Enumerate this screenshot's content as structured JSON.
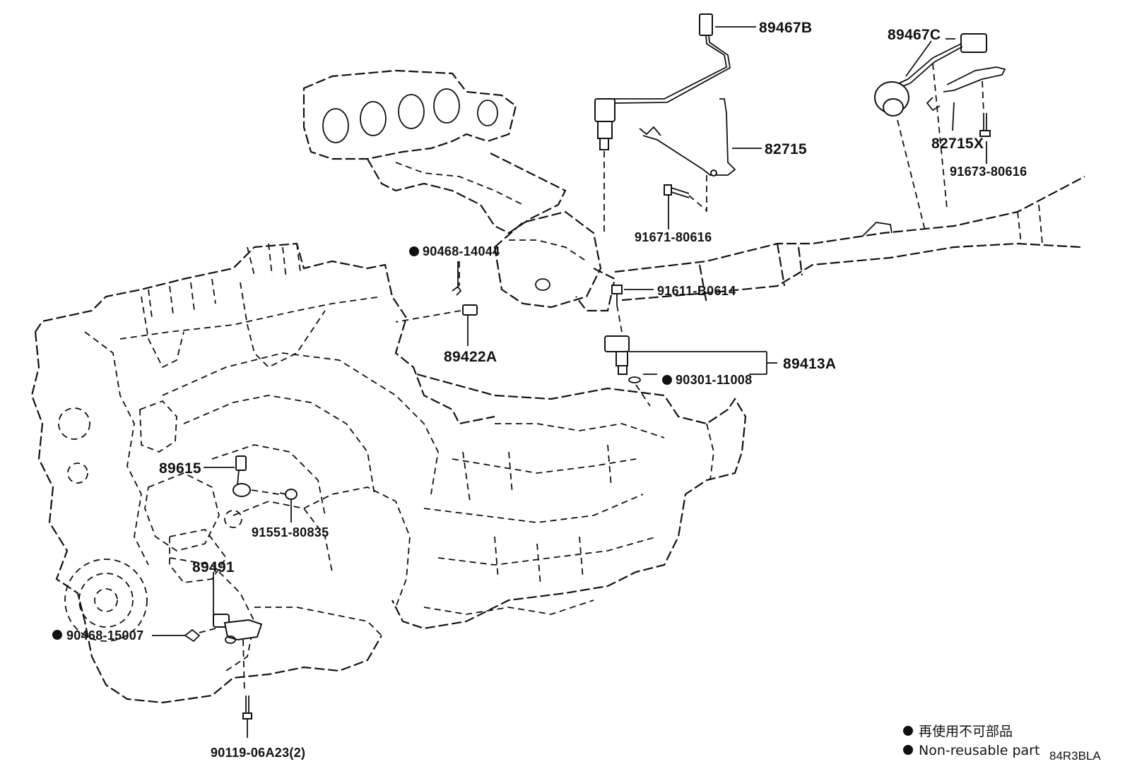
{
  "diagram": {
    "labels": {
      "p89467B": "89467B",
      "p89467C": "89467C",
      "p82715": "82715",
      "p82715X": "82715X",
      "p91673": "91673-80616",
      "p91671": "91671-80616",
      "p90468_14044": "90468-14044",
      "p91611": "91611-B0614",
      "p89422A": "89422A",
      "p89413A": "89413A",
      "p90301": "90301-11008",
      "p89615": "89615",
      "p91551": "91551-80835",
      "p89491": "89491",
      "p90468_15007": "90468-15007",
      "p90119": "90119-06A23(2)"
    },
    "legend": {
      "line1": "再使用不可部品",
      "line2": "Non-reusable part"
    },
    "code": "84R3BLA"
  }
}
